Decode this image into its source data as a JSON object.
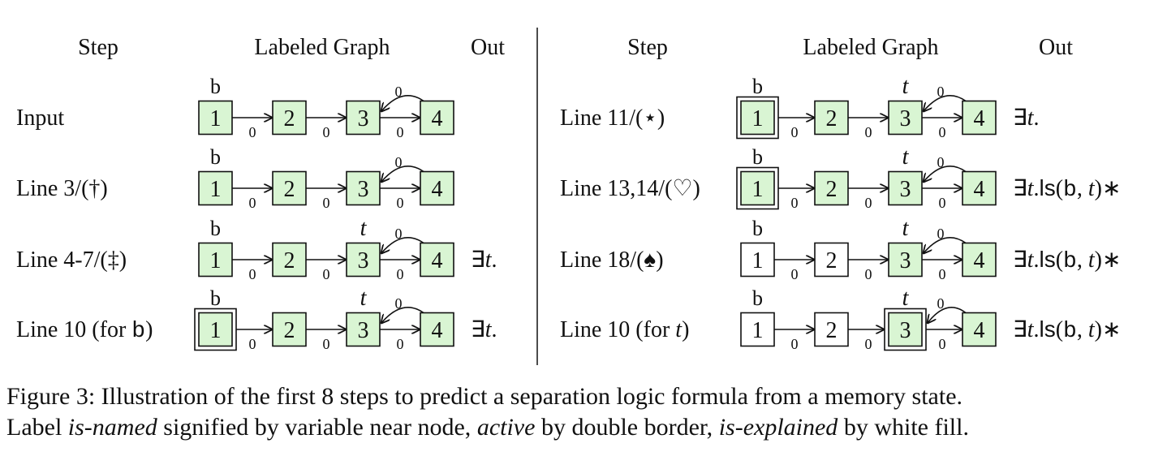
{
  "headers": {
    "left": {
      "step": "Step",
      "graph": "Labeled Graph",
      "out": "Out"
    },
    "right": {
      "step": "Step",
      "graph": "Labeled Graph",
      "out": "Out"
    }
  },
  "edge_label": "0",
  "nodes": [
    "1",
    "2",
    "3",
    "4"
  ],
  "colors": {
    "unexplained_fill": "#d9f5d3",
    "explained_fill": "#ffffff",
    "stroke": "#111111"
  },
  "panels": [
    {
      "rows": [
        {
          "label": "Input",
          "var1": "b",
          "var3": "",
          "active": 0,
          "explained": [],
          "out": []
        },
        {
          "label": "Line 3/(†)",
          "var1": "b",
          "var3": "",
          "active": 0,
          "explained": [],
          "out": []
        },
        {
          "label": "Line 4-7/(‡)",
          "var1": "b",
          "var3": "t",
          "active": 0,
          "explained": [],
          "out": [
            {
              "t": "∃"
            },
            {
              "t": "t",
              "i": 1
            },
            {
              "t": "."
            }
          ]
        },
        {
          "label": "Line 10 (for ",
          "label_code": "b",
          "label_tail": ")",
          "var1": "b",
          "var3": "t",
          "active": 1,
          "explained": [],
          "out": [
            {
              "t": "∃"
            },
            {
              "t": "t",
              "i": 1
            },
            {
              "t": "."
            }
          ]
        }
      ]
    },
    {
      "rows": [
        {
          "label": "Line 11/(⋆)",
          "var1": "b",
          "var3": "t",
          "active": 1,
          "explained": [],
          "out": [
            {
              "t": "∃"
            },
            {
              "t": "t",
              "i": 1
            },
            {
              "t": "."
            }
          ]
        },
        {
          "label": "Line 13,14/(♡)",
          "var1": "b",
          "var3": "t",
          "active": 1,
          "explained": [],
          "out": [
            {
              "t": "∃"
            },
            {
              "t": "t",
              "i": 1
            },
            {
              "t": "."
            },
            {
              "t": "ls",
              "s": 1
            },
            {
              "t": "("
            },
            {
              "t": "b",
              "m": 1
            },
            {
              "t": ", "
            },
            {
              "t": "t",
              "i": 1
            },
            {
              "t": ")∗"
            }
          ]
        },
        {
          "label": "Line 18/(♠)",
          "var1": "b",
          "var3": "t",
          "active": 0,
          "explained": [
            1,
            2
          ],
          "out": [
            {
              "t": "∃"
            },
            {
              "t": "t",
              "i": 1
            },
            {
              "t": "."
            },
            {
              "t": "ls",
              "s": 1
            },
            {
              "t": "("
            },
            {
              "t": "b",
              "m": 1
            },
            {
              "t": ", "
            },
            {
              "t": "t",
              "i": 1
            },
            {
              "t": ")∗"
            }
          ]
        },
        {
          "label": "Line 10 (for ",
          "label_var": "t",
          "label_tail": ")",
          "var1": "b",
          "var3": "t",
          "active": 3,
          "explained": [
            1,
            2
          ],
          "out": [
            {
              "t": "∃"
            },
            {
              "t": "t",
              "i": 1
            },
            {
              "t": "."
            },
            {
              "t": "ls",
              "s": 1
            },
            {
              "t": "("
            },
            {
              "t": "b",
              "m": 1
            },
            {
              "t": ", "
            },
            {
              "t": "t",
              "i": 1
            },
            {
              "t": ")∗"
            }
          ]
        }
      ]
    }
  ],
  "caption": {
    "line1": "Figure 3: Illustration of the first 8 steps to predict a separation logic formula from a memory state.",
    "line2_parts": [
      {
        "t": "Label "
      },
      {
        "t": "is-named",
        "em": 1
      },
      {
        "t": " signified by variable near node, "
      },
      {
        "t": "active",
        "em": 1
      },
      {
        "t": " by double border, "
      },
      {
        "t": "is-explained",
        "em": 1
      },
      {
        "t": " by white fill."
      }
    ]
  }
}
